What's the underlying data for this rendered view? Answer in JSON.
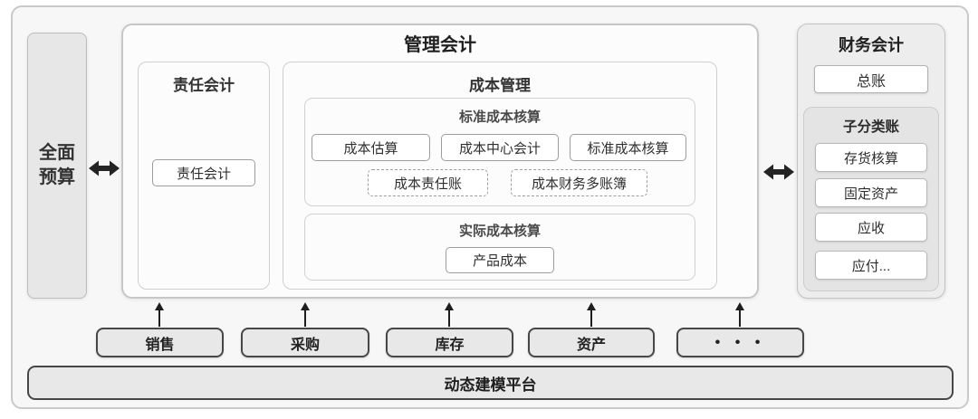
{
  "diagram": {
    "budget_label": "全面\n预算",
    "management": {
      "title": "管理会计",
      "responsibility": {
        "title": "责任会计",
        "item_label": "责任会计"
      },
      "cost": {
        "title": "成本管理",
        "standard": {
          "title": "标准成本核算",
          "solid_items": [
            "成本估算",
            "成本中心会计",
            "标准成本核算"
          ],
          "dashed_items": [
            "成本责任账",
            "成本财务多账簿"
          ]
        },
        "actual": {
          "title": "实际成本核算",
          "item_label": "产品成本"
        }
      }
    },
    "financial": {
      "title": "财务会计",
      "general_ledger_label": "总账",
      "subledger": {
        "title": "子分类账",
        "items": [
          "存货核算",
          "固定资产",
          "应收",
          "应付..."
        ]
      }
    },
    "source_modules": [
      "销售",
      "采购",
      "库存",
      "资产",
      "• • •"
    ],
    "platform_label": "动态建模平台",
    "icons": {
      "left_link": "double-arrow-icon",
      "right_link": "double-arrow-icon",
      "module_link": "up-arrow-icon"
    },
    "colors": {
      "frame_fill": "#f7f7f7",
      "frame_border": "#c9c9c9",
      "panel_fill": "#ededed",
      "gray_fill": "#e8e8e8",
      "dark_border": "#474747",
      "arrow": "#1e1e1e",
      "white_box": "#ffffff",
      "text": "#2e2e2e"
    }
  }
}
